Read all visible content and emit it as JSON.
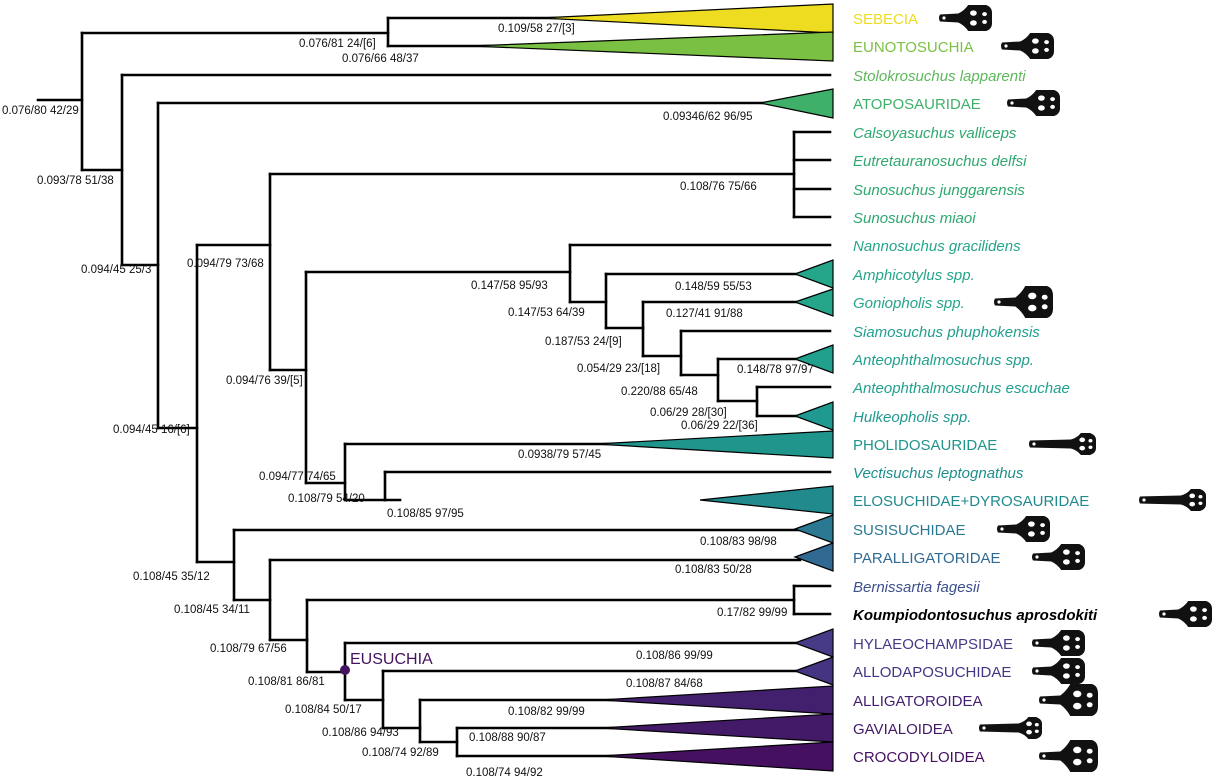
{
  "taxa": [
    {
      "key": "sebecia",
      "label": "SEBECIA",
      "color": "#eddc20",
      "italic": false,
      "bold": false,
      "skull": "wide"
    },
    {
      "key": "eunotosuchia",
      "label": "EUNOTOSUCHIA",
      "color": "#7ac143",
      "italic": false,
      "bold": false,
      "skull": "wide"
    },
    {
      "key": "stolokrosuchus",
      "label": "Stolokrosuchus lapparenti",
      "color": "#5db85b",
      "italic": true,
      "bold": false,
      "skull": ""
    },
    {
      "key": "atoposauridae",
      "label": "ATOPOSAURIDAE",
      "color": "#3fb06a",
      "italic": false,
      "bold": false,
      "skull": "wide"
    },
    {
      "key": "calsoyasuchus",
      "label": "Calsoyasuchus valliceps",
      "color": "#2ea870",
      "italic": true,
      "bold": false,
      "skull": ""
    },
    {
      "key": "eutretauranosuchus",
      "label": "Eutretauranosuchus delfsi",
      "color": "#2ea870",
      "italic": true,
      "bold": false,
      "skull": ""
    },
    {
      "key": "sunosuchus_j",
      "label": "Sunosuchus junggarensis",
      "color": "#2ea870",
      "italic": true,
      "bold": false,
      "skull": ""
    },
    {
      "key": "sunosuchus_m",
      "label": "Sunosuchus miaoi",
      "color": "#2ea870",
      "italic": true,
      "bold": false,
      "skull": ""
    },
    {
      "key": "nannosuchus",
      "label": "Nannosuchus gracilidens",
      "color": "#25a58a",
      "italic": true,
      "bold": false,
      "skull": ""
    },
    {
      "key": "amphicotylus",
      "label": "Amphicotylus spp.",
      "color": "#25a58a",
      "italic": true,
      "bold": false,
      "skull": ""
    },
    {
      "key": "goniopholis",
      "label": "Goniopholis spp.",
      "color": "#25a58a",
      "italic": true,
      "bold": false,
      "skull": "big"
    },
    {
      "key": "siamosuchus",
      "label": "Siamosuchus phuphokensis",
      "color": "#21a08e",
      "italic": true,
      "bold": false,
      "skull": ""
    },
    {
      "key": "anteophthalmosuchus",
      "label": "Anteophthalmosuchus spp.",
      "color": "#21a08e",
      "italic": true,
      "bold": false,
      "skull": ""
    },
    {
      "key": "anteophthalmosuchus_e",
      "label": "Anteophthalmosuchus escuchae",
      "color": "#21a08e",
      "italic": true,
      "bold": false,
      "skull": ""
    },
    {
      "key": "hulkeopholis",
      "label": "Hulkeopholis spp.",
      "color": "#209a90",
      "italic": true,
      "bold": false,
      "skull": ""
    },
    {
      "key": "pholidosauridae",
      "label": "PHOLIDOSAURIDAE",
      "color": "#1f958c",
      "italic": false,
      "bold": false,
      "skull": "long"
    },
    {
      "key": "vectisuchus",
      "label": "Vectisuchus leptognathus",
      "color": "#1e8f8a",
      "italic": true,
      "bold": false,
      "skull": ""
    },
    {
      "key": "elosuchidae",
      "label": "ELOSUCHIDAE+DYROSAURIDAE",
      "color": "#208a8d",
      "italic": false,
      "bold": false,
      "skull": "long"
    },
    {
      "key": "susisuchidae",
      "label": "SUSISUCHIDAE",
      "color": "#2a7891",
      "italic": false,
      "bold": false,
      "skull": "wide"
    },
    {
      "key": "paralligatoridae",
      "label": "PARALLIGATORIDAE",
      "color": "#306a93",
      "italic": false,
      "bold": false,
      "skull": "wide"
    },
    {
      "key": "bernissartia",
      "label": "Bernissartia fagesii",
      "color": "#3b4f8c",
      "italic": true,
      "bold": false,
      "skull": ""
    },
    {
      "key": "koumpiodontosuchus",
      "label": "Koumpiodontosuchus aprosdokiti",
      "color": "#000000",
      "italic": true,
      "bold": true,
      "skull": "wide"
    },
    {
      "key": "hylaeochampsidae",
      "label": "HYLAEOCHAMPSIDAE",
      "color": "#473a86",
      "italic": false,
      "bold": false,
      "skull": "wide"
    },
    {
      "key": "allodaposuchidae",
      "label": "ALLODAPOSUCHIDAE",
      "color": "#443481",
      "italic": false,
      "bold": false,
      "skull": "wide"
    },
    {
      "key": "alligatoroidea",
      "label": "ALLIGATOROIDEA",
      "color": "#43206e",
      "italic": false,
      "bold": false,
      "skull": "big"
    },
    {
      "key": "gavialoidea",
      "label": "GAVIALOIDEA",
      "color": "#431a68",
      "italic": false,
      "bold": false,
      "skull": "long"
    },
    {
      "key": "crocodyloidea",
      "label": "CROCODYLOIDEA",
      "color": "#44105f",
      "italic": false,
      "bold": false,
      "skull": "big"
    }
  ],
  "node_labels": [
    "0.076/80 42/29",
    "0.093/78 51/38",
    "0.094/45 25/3",
    "0.094/45 16/[6]",
    "0.076/81 24/[6]",
    "0.109/58 27/[3]",
    "0.076/66 48/37",
    "0.09346/62 96/95",
    "0.094/79 73/68",
    "0.108/76 75/66",
    "0.094/76 39/[5]",
    "0.147/58 95/93",
    "0.147/53 64/39",
    "0.148/59 55/53",
    "0.127/41 91/88",
    "0.187/53 24/[9]",
    "0.054/29 23/[18]",
    "0.148/78 97/97",
    "0.220/88 65/48",
    "0.06/29 28/[30]",
    "0.06/29 22/[36]",
    "0.094/77 74/65",
    "0.0938/79 57/45",
    "0.108/79 54/20",
    "0.108/85 97/95",
    "0.108/45 35/12",
    "0.108/83 98/98",
    "0.108/83 50/28",
    "0.108/45 34/11",
    "0.17/82 99/99",
    "0.108/79 67/56",
    "0.108/86 99/99",
    "0.108/81 86/81",
    "0.108/87 84/68",
    "0.108/84 50/17",
    "0.108/82 99/99",
    "0.108/86 94/93",
    "0.108/88 90/87",
    "0.108/74 92/89",
    "0.108/74 94/92"
  ],
  "clade_label": "EUSUCHIA",
  "colors": {
    "branch": "#000000",
    "eusuchia": "#44135f",
    "node_label": "#111111"
  }
}
